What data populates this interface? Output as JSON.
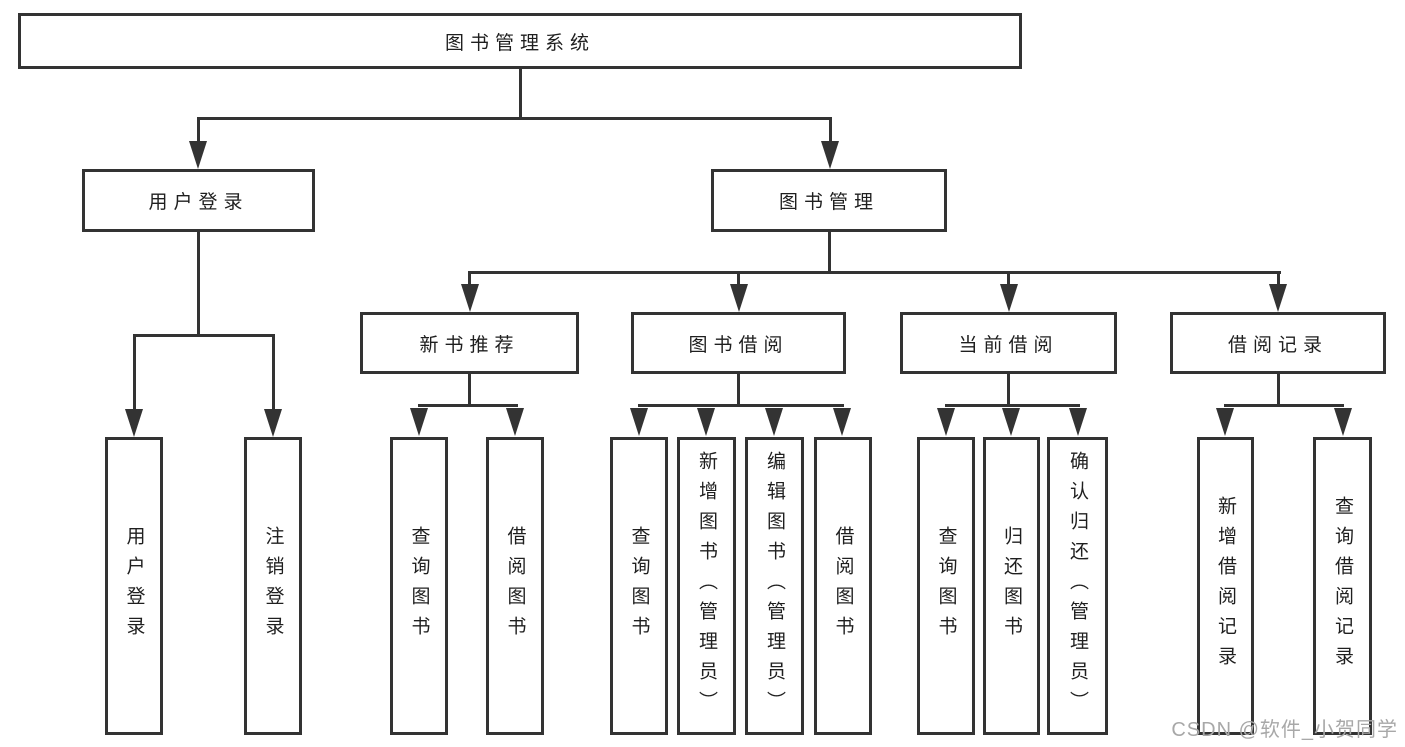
{
  "colors": {
    "line": "#333333",
    "box_border": "#333333",
    "text": "#1f1f1f",
    "background": "#ffffff",
    "watermark": "#a8a8a8"
  },
  "watermark": {
    "text": "CSDN @软件_小贺同学"
  },
  "hierarchy": {
    "label": "图书管理系统",
    "children": [
      {
        "label": "用户登录",
        "children": [
          {
            "label": "用户登录"
          },
          {
            "label": "注销登录"
          }
        ]
      },
      {
        "label": "图书管理",
        "children": [
          {
            "label": "新书推荐",
            "children": [
              {
                "label": "查询图书"
              },
              {
                "label": "借阅图书"
              }
            ]
          },
          {
            "label": "图书借阅",
            "children": [
              {
                "label": "查询图书"
              },
              {
                "label": "新增图书（管理员）"
              },
              {
                "label": "编辑图书（管理员）"
              },
              {
                "label": "借阅图书"
              }
            ]
          },
          {
            "label": "当前借阅",
            "children": [
              {
                "label": "查询图书"
              },
              {
                "label": "归还图书"
              },
              {
                "label": "确认归还（管理员）"
              }
            ]
          },
          {
            "label": "借阅记录",
            "children": [
              {
                "label": "新增借阅记录"
              },
              {
                "label": "查询借阅记录"
              }
            ]
          }
        ]
      }
    ]
  }
}
